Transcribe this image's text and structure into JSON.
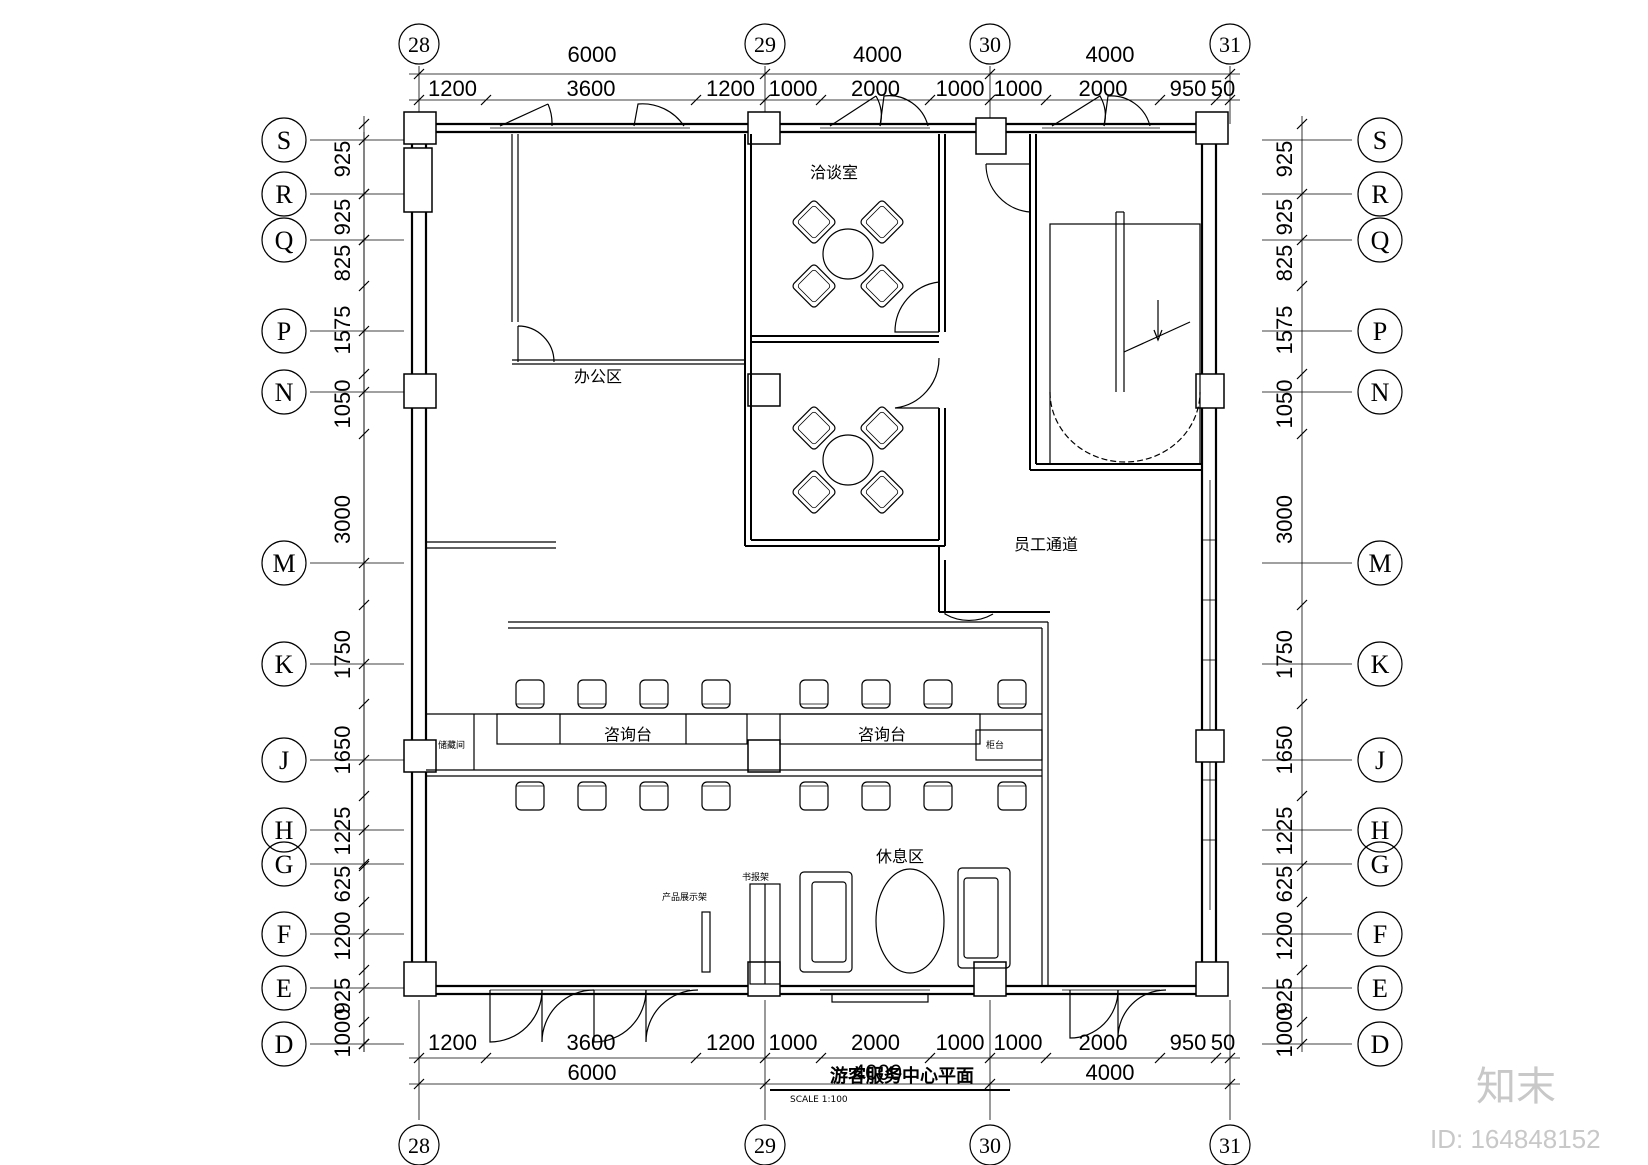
{
  "title": "游客服务中心平面",
  "title_sub": "SCALE 1:100",
  "watermark": {
    "logo": "知末",
    "id": "ID: 164848152"
  },
  "grid_columns": [
    "28",
    "29",
    "30",
    "31"
  ],
  "grid_rows": [
    "S",
    "R",
    "Q",
    "P",
    "N",
    "M",
    "K",
    "J",
    "H",
    "G",
    "F",
    "E",
    "D"
  ],
  "dims_top_overall": [
    "6000",
    "4000",
    "4000"
  ],
  "dims_top_detail": [
    "1200",
    "3600",
    "1200",
    "1000",
    "2000",
    "1000",
    "1000",
    "2000",
    "950",
    "50"
  ],
  "dims_bottom_detail": [
    "1200",
    "3600",
    "1200",
    "1000",
    "2000",
    "1000",
    "1000",
    "2000",
    "950",
    "50"
  ],
  "dims_bottom_overall": [
    "6000",
    "4000",
    "4000"
  ],
  "dims_rows": [
    "925",
    "925",
    "825",
    "1575",
    "1050",
    "3000",
    "1750",
    "1650",
    "1225",
    "625",
    "1200",
    "925",
    "1000"
  ],
  "rooms": {
    "negotiation": "洽谈室",
    "office": "办公区",
    "staff_corridor": "员工通道",
    "counter_left": "咨询台",
    "counter_right": "咨询台",
    "rest": "休息区",
    "left_door": "储藏间",
    "right_note": "柜台",
    "display_a": "产品展示架",
    "display_b": "书报架"
  }
}
